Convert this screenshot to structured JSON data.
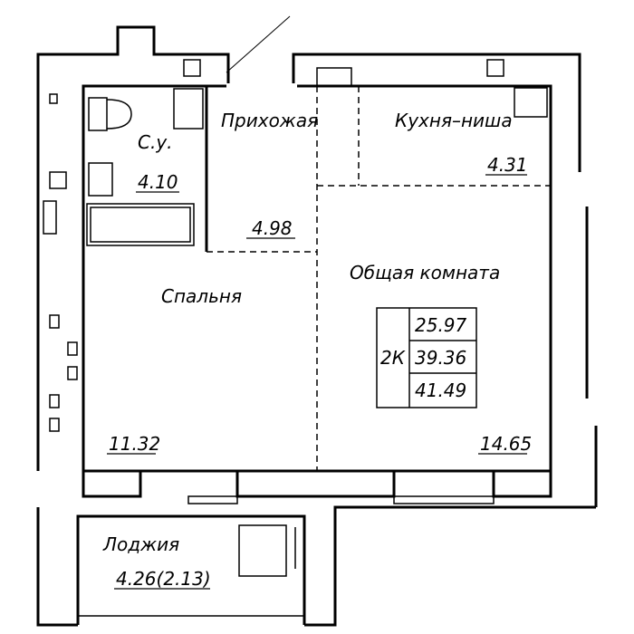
{
  "rooms": {
    "bathroom": {
      "name": "С.у.",
      "area": "4.10"
    },
    "hallway": {
      "name": "Прихожая",
      "area": "4.98"
    },
    "kitchen": {
      "name": "Кухня–ниша",
      "area": "4.31"
    },
    "living": {
      "name": "Общая комната",
      "area": "14.65"
    },
    "bedroom": {
      "name": "Спальня",
      "area": "11.32"
    },
    "loggia": {
      "name": "Лоджия",
      "area": "4.26(2.13)"
    }
  },
  "summary": {
    "rooms_label": "2К",
    "living_area": "25.97",
    "total_area": "39.36",
    "total_with_loggia": "41.49"
  }
}
